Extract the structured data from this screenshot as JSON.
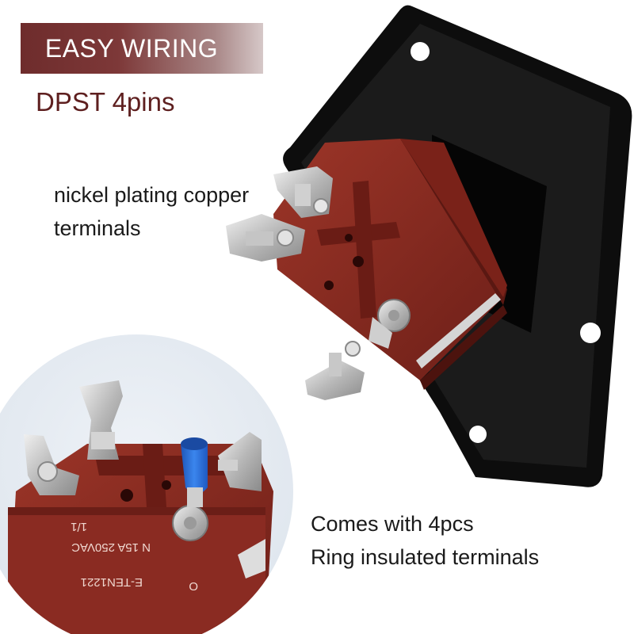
{
  "banner": {
    "title": "EASY WIRING"
  },
  "subtitle": "DPST 4pins",
  "captions": {
    "terminals_line1": "nickel plating copper",
    "terminals_line2": "terminals",
    "accessory_line1": "Comes with 4pcs",
    "accessory_line2": "Ring insulated terminals"
  },
  "switch_body": {
    "marking_model": "E-TEN1221",
    "marking_rating": "N 15A 250VAC",
    "marking_poles": "O",
    "marking_brand": "1/1"
  },
  "colors": {
    "banner": "#7d3838",
    "subtitle_text": "#5e1f1f",
    "switch_body": "#8a2b22",
    "mounting_plate": "#111111",
    "terminal_metal": "#c9c9c9",
    "insulated_terminal": "#2a6fd6"
  }
}
